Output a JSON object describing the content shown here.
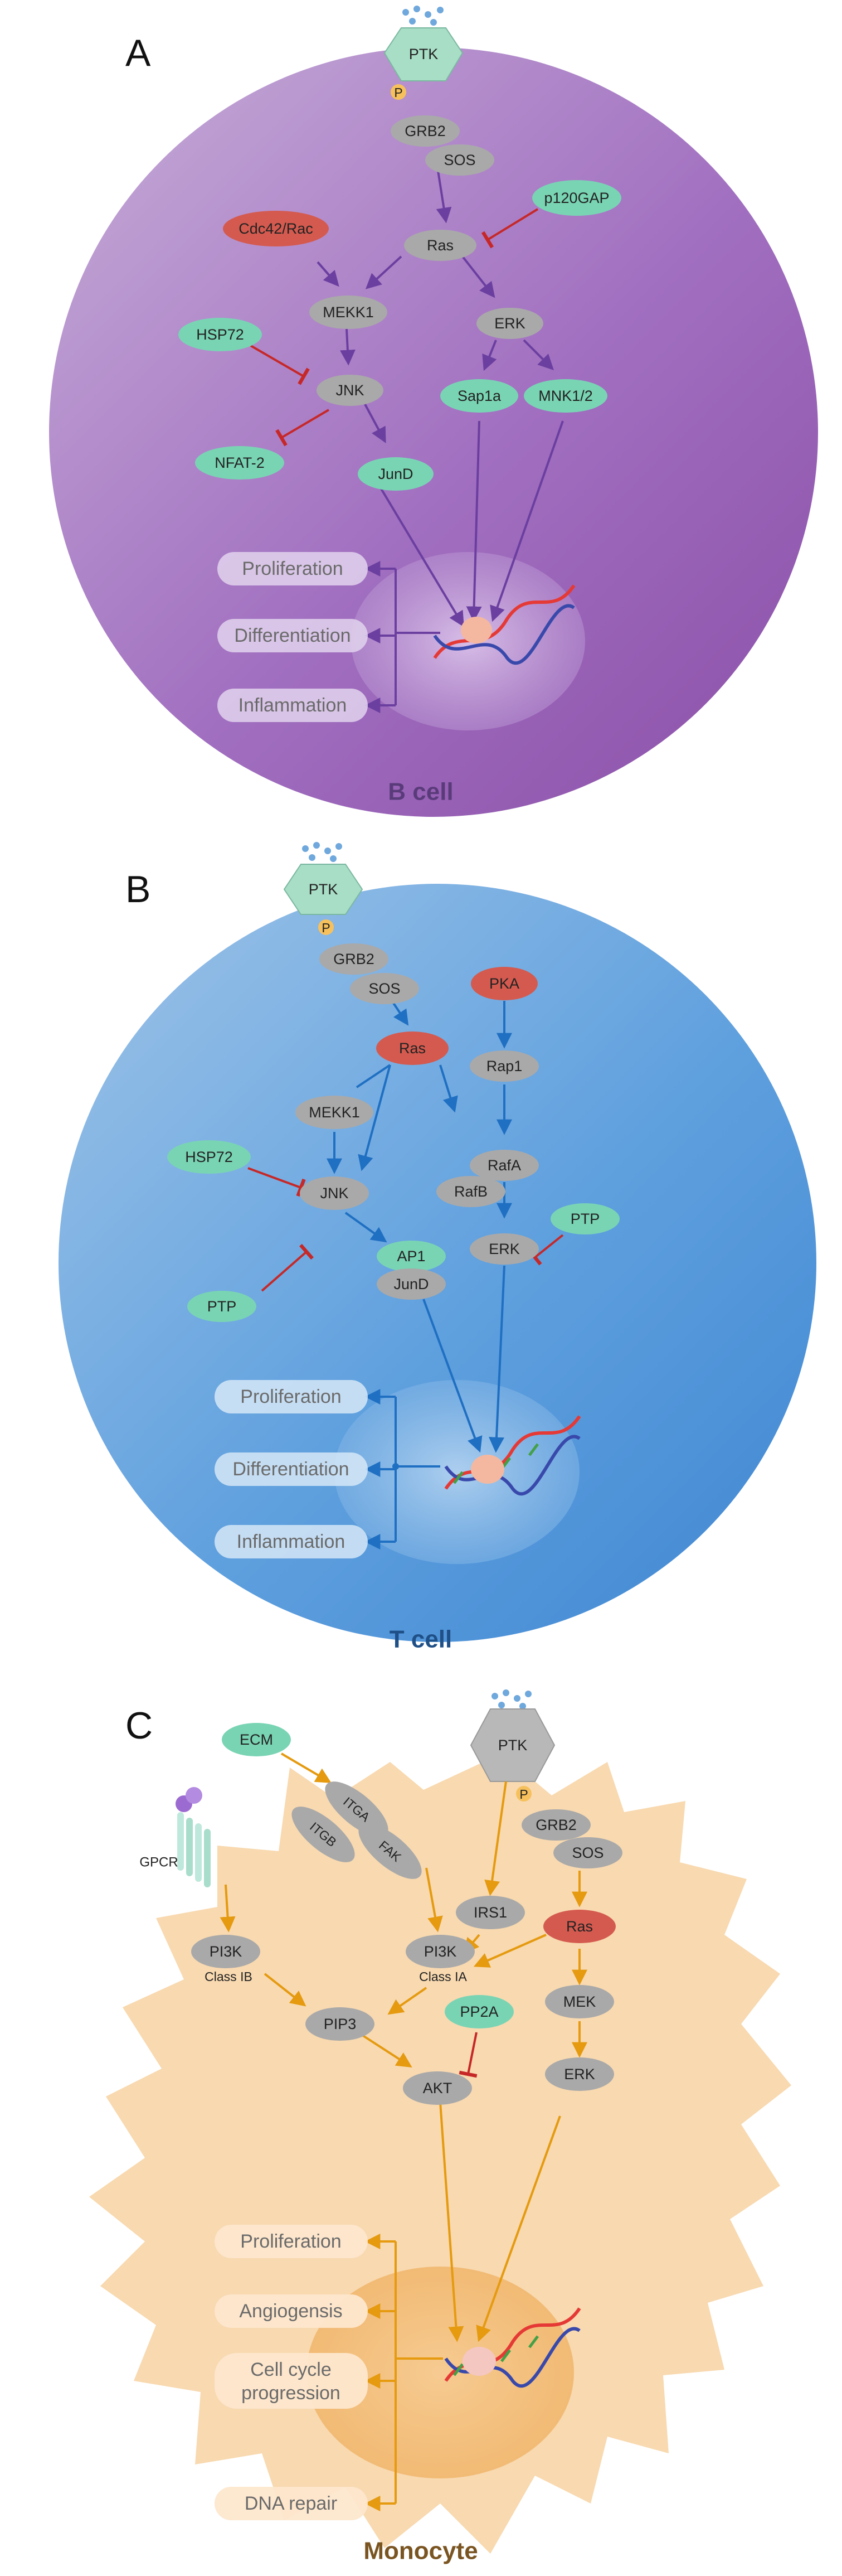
{
  "colors": {
    "gray_node": "#a9a9a9",
    "teal_node": "#79d4b4",
    "red_node": "#d45a4f",
    "b_arrow": "#6b3fa0",
    "t_arrow": "#1f6fc2",
    "c_arrow": "#e59a0f",
    "inhibit": "#c62828"
  },
  "panel_a": {
    "letter": "A",
    "cell_label": "B cell",
    "receptor": "PTK",
    "phospho": "P",
    "nodes": {
      "grb2": "GRB2",
      "sos": "SOS",
      "p120gap": "p120GAP",
      "cdc42": "Cdc42/Rac",
      "ras": "Ras",
      "mekk1": "MEKK1",
      "erk": "ERK",
      "hsp72": "HSP72",
      "jnk": "JNK",
      "sap1a": "Sap1a",
      "mnk": "MNK1/2",
      "nfat": "NFAT-2",
      "jund": "JunD"
    },
    "outcomes": [
      "Proliferation",
      "Differentiation",
      "Inflammation"
    ]
  },
  "panel_b": {
    "letter": "B",
    "cell_label": "T cell",
    "receptor": "PTK",
    "phospho": "P",
    "nodes": {
      "grb2": "GRB2",
      "sos": "SOS",
      "pka": "PKA",
      "rap1": "Rap1",
      "mekk1": "MEKK1",
      "ras": "Ras",
      "hsp72": "HSP72",
      "rafa": "RafA",
      "rafb": "RafB",
      "jnk": "JNK",
      "ptp_right": "PTP",
      "ap1": "AP1",
      "jund": "JunD",
      "erk": "ERK",
      "ptp_left": "PTP"
    },
    "outcomes": [
      "Proliferation",
      "Differentiation",
      "Inflammation"
    ]
  },
  "panel_c": {
    "letter": "C",
    "cell_label": "Monocyte",
    "receptor": "PTK",
    "phospho": "P",
    "nodes": {
      "ecm": "ECM",
      "itga": "ITGA",
      "itgb": "ITGB",
      "fak": "FAK",
      "grb2": "GRB2",
      "sos": "SOS",
      "gpcr": "GPCR",
      "irs1": "IRS1",
      "ras": "Ras",
      "pi3k_ib": "PI3K",
      "pi3k_ib_sub": "Class IB",
      "pi3k_ia": "PI3K",
      "pi3k_ia_sub": "Class IA",
      "mek": "MEK",
      "pip3": "PIP3",
      "pp2a": "PP2A",
      "erk": "ERK",
      "akt": "AKT"
    },
    "outcomes": [
      "Proliferation",
      "Angiogensis",
      "Cell cycle",
      "progression",
      "DNA repair"
    ]
  }
}
